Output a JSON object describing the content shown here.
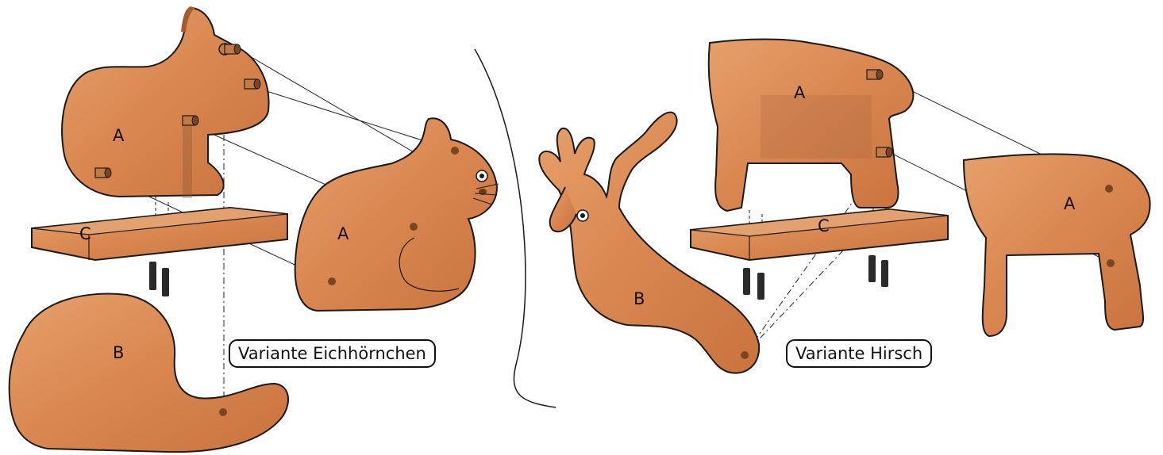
{
  "captions": {
    "squirrel": "Variante Eichhörnchen",
    "deer": "Variante Hirsch"
  },
  "part_labels": {
    "squirrel_body_back": "A",
    "squirrel_body_front": "A",
    "squirrel_board": "C",
    "squirrel_tail": "B",
    "deer_body_back": "A",
    "deer_body_front": "A",
    "deer_board": "C",
    "deer_head": "B"
  },
  "colors": {
    "wood": "#d9854e",
    "wood_edge": "#a85a2a",
    "outline": "#1a1a1a",
    "dowel": "#b86b38",
    "screw": "#2a2a2a"
  }
}
